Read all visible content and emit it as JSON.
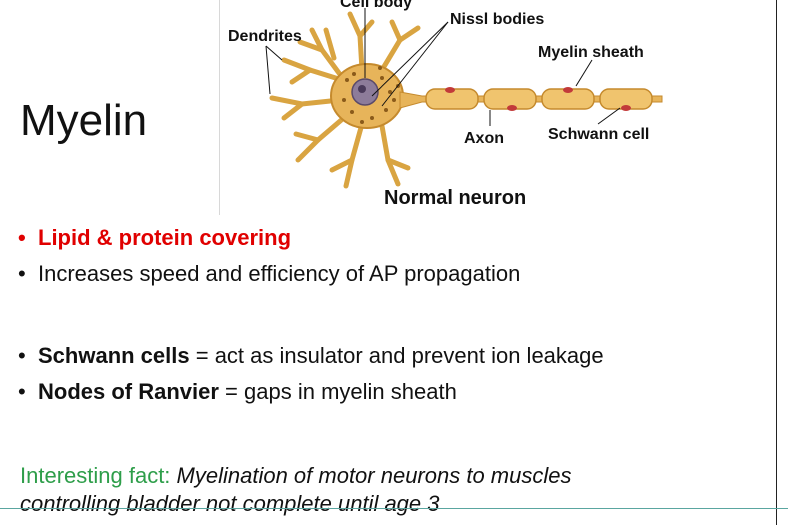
{
  "slide_title": "Myelin",
  "figure": {
    "labels": {
      "cell_body": "Cell body",
      "dendrites": "Dendrites",
      "nissl_bodies": "Nissl bodies",
      "myelin_sheath": "Myelin sheath",
      "axon": "Axon",
      "schwann_cell": "Schwann cell"
    },
    "caption": "Normal neuron"
  },
  "bullets_group1": [
    {
      "bold": "",
      "text": "Lipid & protein covering",
      "color": "#e00000"
    },
    {
      "bold": "",
      "text": "Increases speed and efficiency of AP propagation",
      "color": "#111111"
    }
  ],
  "bullets_group2": [
    {
      "bold": "Schwann cells",
      "text": " = act as insulator and prevent ion leakage"
    },
    {
      "bold": "Nodes of Ranvier",
      "text": " = gaps in myelin sheath"
    }
  ],
  "fact": {
    "label": "Interesting fact: ",
    "line1": "Myelination of motor neurons to muscles",
    "line2": "controlling bladder not complete until age 3"
  },
  "colors": {
    "fact_label": "#2e9e4a",
    "emphasis_red": "#e00000"
  }
}
